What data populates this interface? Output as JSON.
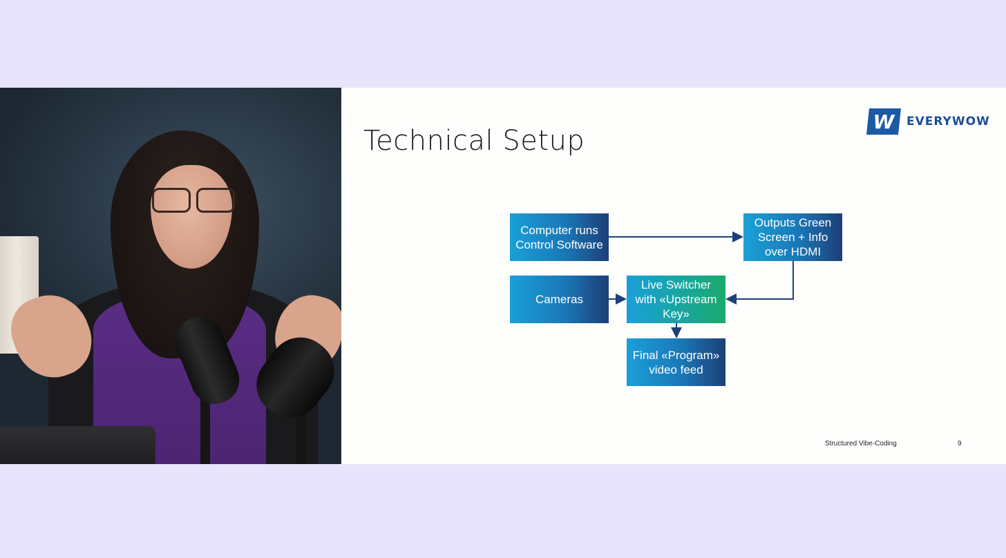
{
  "slide": {
    "title": "Technical Setup",
    "logo_mark": "W",
    "logo_text": "EVERYWOW",
    "footer_text": "Structured Vibe-Coding",
    "page_number": "9",
    "flow": {
      "computer": "Computer runs Control Software",
      "outputs": "Outputs Green Screen + Info over HDMI",
      "cameras": "Cameras",
      "switcher": "Live Switcher with «Upstream Key»",
      "final": "Final «Program» video feed"
    }
  },
  "colors": {
    "background": "#e8e4fc",
    "box_blue": "#1a78b7",
    "box_green": "#1aaa6a",
    "logo_blue": "#1c5aa6"
  }
}
